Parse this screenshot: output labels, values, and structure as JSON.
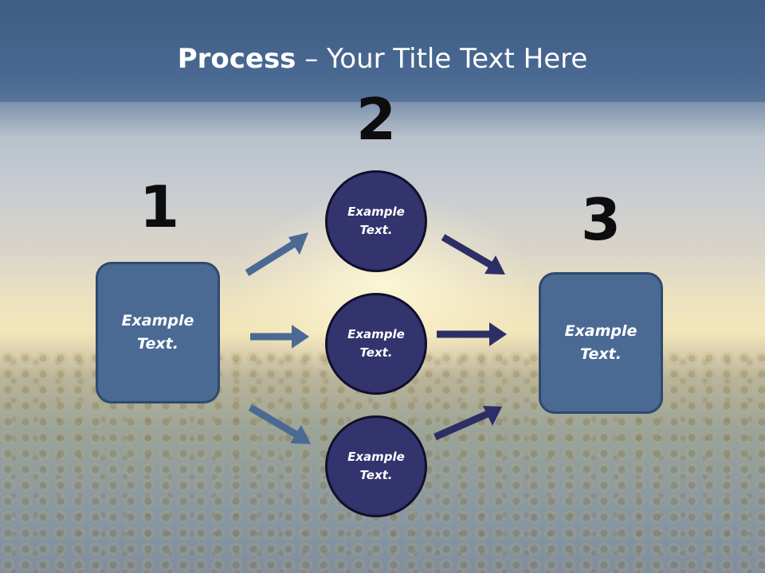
{
  "title": {
    "bold": "Process",
    "rest": " – Your Title Text Here"
  },
  "steps": [
    {
      "number": "1"
    },
    {
      "number": "2"
    },
    {
      "number": "3"
    }
  ],
  "nodes": {
    "left_box": "Example\nText.",
    "circle_top": "Example\nText.",
    "circle_middle": "Example\nText.",
    "circle_bottom": "Example\nText.",
    "right_box": "Example\nText."
  },
  "colors": {
    "box_fill": "#4a6a94",
    "circle_fill": "#33336e",
    "arrow_left": "#4a6a94",
    "arrow_right": "#2e2e66",
    "title_band": "#3e5d84"
  }
}
